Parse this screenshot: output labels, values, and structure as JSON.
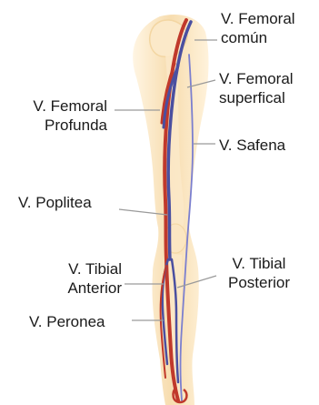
{
  "labels": {
    "femoral_comun_1": "V. Femoral",
    "femoral_comun_2": "común",
    "femoral_superficial_1": "V. Femoral",
    "femoral_superficial_2": "superfical",
    "femoral_profunda_1": "V. Femoral",
    "femoral_profunda_2": "Profunda",
    "safena": "V. Safena",
    "poplitea": "V. Poplitea",
    "tibial_posterior_1": "V. Tibial",
    "tibial_posterior_2": "Posterior",
    "tibial_anterior_1": "V. Tibial",
    "tibial_anterior_2": "Anterior",
    "peronea": "V. Peronea"
  },
  "colors": {
    "leg_fill": "#f6dcae",
    "bone_fill": "#fbe9c9",
    "artery": "#c0392b",
    "vein": "#4a4fa0",
    "leader": "#9a9a9a"
  }
}
